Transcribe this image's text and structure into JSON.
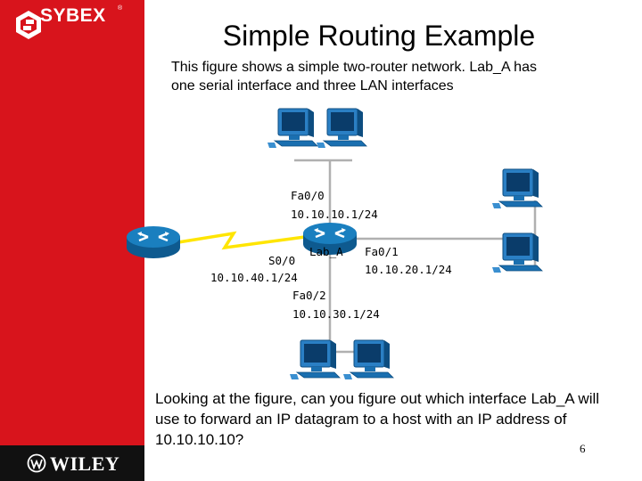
{
  "brand": {
    "publisher": "SYBEX",
    "trademark": "®",
    "footer_publisher": "WILEY"
  },
  "slide": {
    "title": "Simple Routing Example",
    "intro": "This figure shows a simple two-router network. Lab_A has one serial interface and three LAN interfaces",
    "question": "Looking at the figure, can you figure out which interface Lab_A will use to forward an IP datagram to a host with an IP address of 10.10.10.10?",
    "page_number": "6"
  },
  "diagram": {
    "router_name": "Lab_A",
    "interfaces": {
      "fa00": {
        "name": "Fa0/0",
        "ip": "10.10.10.1/24"
      },
      "fa01": {
        "name": "Fa0/1",
        "ip": "10.10.20.1/24"
      },
      "fa02": {
        "name": "Fa0/2",
        "ip": "10.10.30.1/24"
      },
      "s00": {
        "name": "S0/0",
        "ip": "10.10.40.1/24"
      }
    },
    "colors": {
      "router": "#1a7fbf",
      "serial_link": "#ffe500",
      "ethernet": "#b0b0b0",
      "pc": "#1a6fb0"
    }
  }
}
